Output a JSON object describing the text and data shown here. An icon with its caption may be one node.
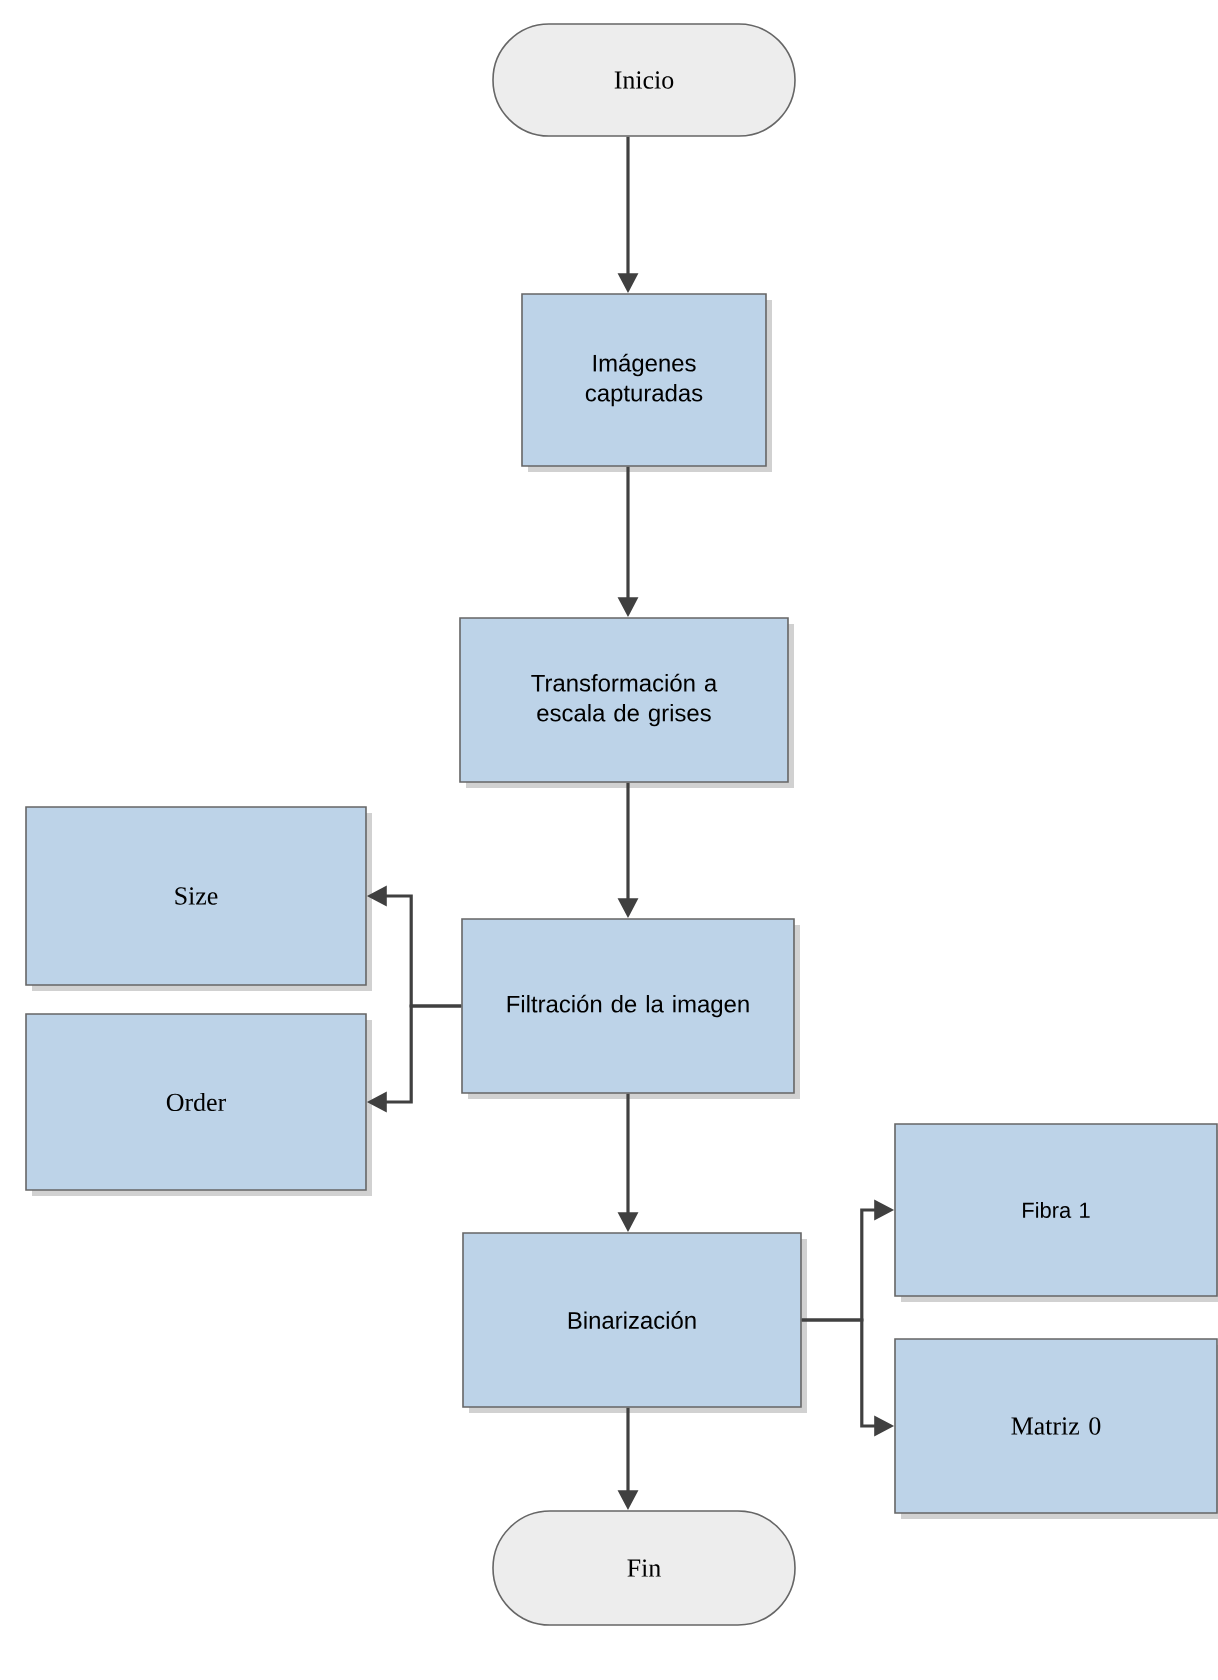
{
  "diagram": {
    "nodes": [
      {
        "text": [
          "Inicio"
        ]
      },
      {
        "text": [
          "Imágenes capturadas"
        ]
      },
      {
        "text": [
          "Transformación a escala de grises"
        ]
      },
      {
        "text": [
          "Filtración de la imagen"
        ]
      },
      {
        "text": [
          "Size"
        ]
      },
      {
        "text": [
          "Order"
        ]
      },
      {
        "text": [
          "Binarización"
        ]
      },
      {
        "text": [
          "Fibra 1"
        ]
      },
      {
        "text": [
          "Matriz 0"
        ]
      },
      {
        "text": [
          "Fin"
        ]
      }
    ],
    "edges": [
      {
        "from": 0,
        "to": 1,
        "arrow": "to"
      },
      {
        "from": 1,
        "to": 2,
        "arrow": "to"
      },
      {
        "from": 2,
        "to": 3,
        "arrow": "to"
      },
      {
        "from": 3,
        "to": 4,
        "arrow": "to"
      },
      {
        "from": 3,
        "to": 5,
        "arrow": "to"
      },
      {
        "from": 3,
        "to": 6,
        "arrow": "to"
      },
      {
        "from": 6,
        "to": 7,
        "arrow": "to"
      },
      {
        "from": 6,
        "to": 8,
        "arrow": "to"
      },
      {
        "from": 6,
        "to": 9,
        "arrow": "to"
      }
    ]
  }
}
